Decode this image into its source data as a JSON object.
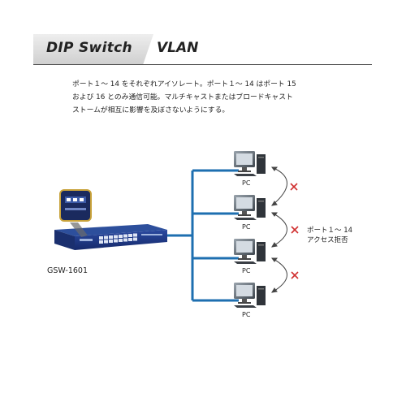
{
  "header": {
    "left_tag": "DIP Switch",
    "right_tag": "VLAN",
    "accent": "#d9d9d9"
  },
  "description": {
    "lines": [
      "ポート１～ 14 をそれぞれアイソレート。ポート１～ 14 はポート 15",
      "および 16 とのみ通信可能。マルチキャストまたはブロードキャスト",
      "ストームが相互に影響を及ぼさないようにする。"
    ]
  },
  "switch": {
    "model": "GSW-1601",
    "color": "#1f3a8a"
  },
  "network": {
    "line_color": "#1e6fb0",
    "pcs": [
      {
        "label": "PC"
      },
      {
        "label": "PC"
      },
      {
        "label": "PC"
      },
      {
        "label": "PC"
      }
    ]
  },
  "annotation": {
    "lines": [
      "ポート１～ 14",
      "アクセス拒否"
    ],
    "mark_color": "#d03030"
  }
}
